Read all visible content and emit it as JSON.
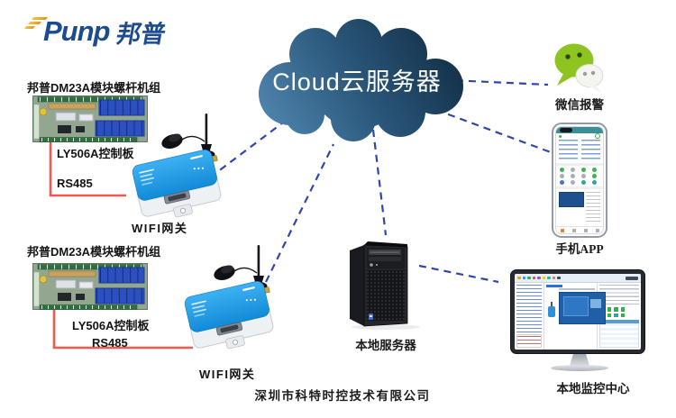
{
  "logo": {
    "latin": "Punp",
    "chinese": "邦普"
  },
  "cloud": {
    "label": "Cloud云服务器"
  },
  "units": {
    "unit1": {
      "title": "邦普DM23A模块螺杆机组",
      "controller": "LY506A控制板",
      "bus": "RS485",
      "gateway": "WIFI网关"
    },
    "unit2": {
      "title": "邦普DM23A模块螺杆机组",
      "controller": "LY506A控制板",
      "bus": "RS485",
      "gateway": "WIFI网关"
    }
  },
  "nodes": {
    "wechat": {
      "label": "微信报警",
      "icon": "wechat-icon"
    },
    "phone": {
      "label": "手机APP",
      "icon": "smartphone-icon"
    },
    "server": {
      "label": "本地服务器",
      "icon": "tower-server-icon"
    },
    "monitor": {
      "label": "本地监控中心",
      "icon": "desktop-monitor-icon"
    }
  },
  "footer": {
    "company": "深圳市科特时控技术有限公司"
  },
  "colors": {
    "dashed_link": "#2f47ab",
    "rs485_link": "#f4574d",
    "cloud_gradient_dark": "#0f2a40",
    "cloud_gradient_light": "#548bb4",
    "gateway_blue": "#1f97e8",
    "wechat_green": "#8dc41f",
    "logo_blue": "#1c4b8f",
    "logo_orange": "#f5a623",
    "pcb_green": "#93a68f",
    "relay_blue": "#2d50c0"
  }
}
